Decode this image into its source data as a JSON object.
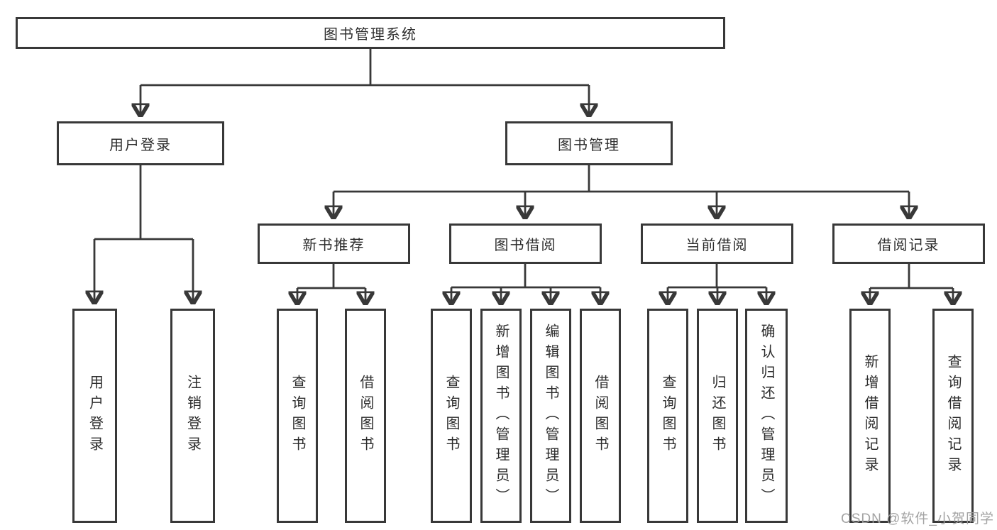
{
  "tree": {
    "root": "图书管理系统",
    "level2": [
      {
        "label": "用户登录",
        "children": [
          "用户登录",
          "注销登录"
        ]
      },
      {
        "label": "图书管理",
        "children": [
          {
            "label": "新书推荐",
            "children": [
              "查询图书",
              "借阅图书"
            ]
          },
          {
            "label": "图书借阅",
            "children": [
              "查询图书",
              "新增图书（管理员）",
              "编辑图书（管理员）",
              "借阅图书"
            ]
          },
          {
            "label": "当前借阅",
            "children": [
              "查询图书",
              "归还图书",
              "确认归还（管理员）"
            ]
          },
          {
            "label": "借阅记录",
            "children": [
              "新增借阅记录",
              "查询借阅记录"
            ]
          }
        ]
      }
    ]
  },
  "watermark": "CSDN @软件_小贺同学",
  "colors": {
    "line": "#383838",
    "text": "#2d2d2d",
    "watermark": "#9e9e9e",
    "background": "#ffffff"
  }
}
